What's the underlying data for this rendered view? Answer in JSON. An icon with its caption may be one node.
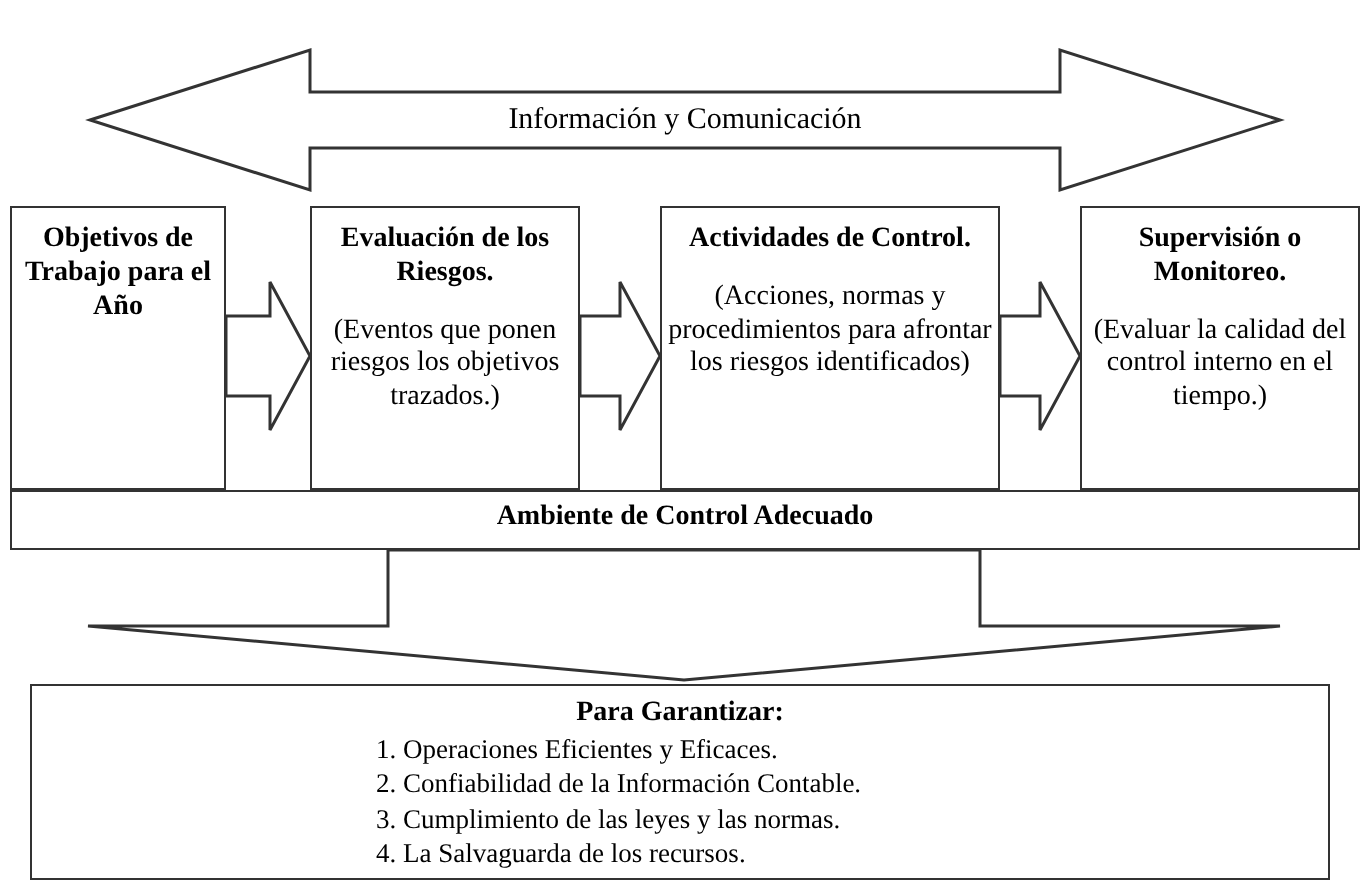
{
  "diagram": {
    "nodes": [
      {
        "text": [
          "Información y Comunicación"
        ]
      },
      {
        "text": [
          "Objetivos de Trabajo para el Año"
        ]
      },
      {
        "text": [
          "Evaluación de los Riesgos.",
          "(Eventos que ponen riesgos los objetivos trazados.)"
        ]
      },
      {
        "text": [
          "Actividades de Control.",
          "(Acciones, normas y procedimientos para afrontar los riesgos identificados)"
        ]
      },
      {
        "text": [
          "Supervisión o Monitoreo.",
          "(Evaluar la calidad del control interno en el tiempo.)"
        ]
      },
      {
        "text": [
          "Ambiente de Control Adecuado"
        ]
      },
      {
        "text": [
          "Para Garantizar:",
          "1. Operaciones Eficientes y Eficaces.",
          "2. Confiabilidad de la Información Contable.",
          "3. Cumplimiento de las leyes y las normas.",
          "4. La Salvaguarda de los recursos."
        ]
      }
    ],
    "edges": [
      {
        "from": 1,
        "to": 2,
        "arrow": "to"
      },
      {
        "from": 2,
        "to": 3,
        "arrow": "to"
      },
      {
        "from": 3,
        "to": 4,
        "arrow": "to"
      },
      {
        "from": 5,
        "to": 6,
        "arrow": "to"
      }
    ]
  }
}
